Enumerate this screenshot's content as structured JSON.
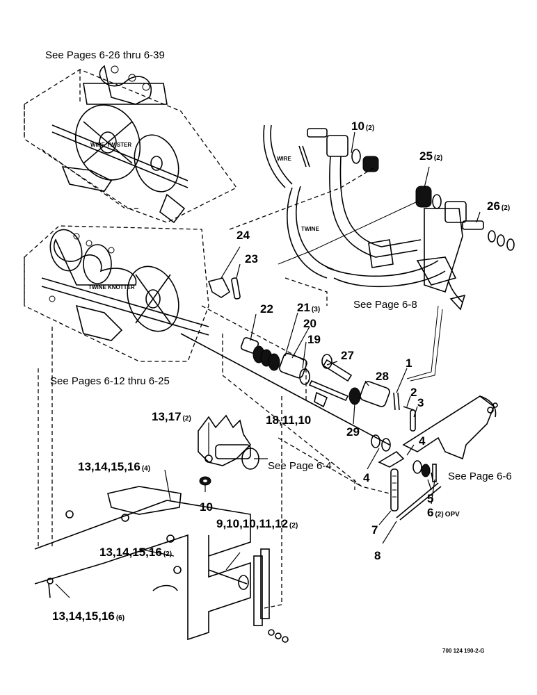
{
  "references": {
    "top": "See Pages 6-26 thru 6-39",
    "middle": "See Pages 6-12 thru 6-25",
    "page_6_8": "See Page 6-8",
    "page_6_4": "See Page 6-4",
    "page_6_6": "See Page 6-6"
  },
  "assembly_labels": {
    "wire_twister": "WIRE TWISTER",
    "twine_knotter": "TWINE KNOTTER",
    "wire": "WIRE",
    "twine": "TWINE"
  },
  "callouts": [
    {
      "num": "10",
      "qty": "(2)"
    },
    {
      "num": "25",
      "qty": "(2)"
    },
    {
      "num": "26",
      "qty": "(2)"
    },
    {
      "num": "24",
      "qty": ""
    },
    {
      "num": "23",
      "qty": ""
    },
    {
      "num": "21",
      "qty": "(3)"
    },
    {
      "num": "20",
      "qty": ""
    },
    {
      "num": "22",
      "qty": ""
    },
    {
      "num": "19",
      "qty": ""
    },
    {
      "num": "27",
      "qty": ""
    },
    {
      "num": "28",
      "qty": ""
    },
    {
      "num": "1",
      "qty": ""
    },
    {
      "num": "2",
      "qty": ""
    },
    {
      "num": "3",
      "qty": ""
    },
    {
      "num": "13,17",
      "qty": "(2)"
    },
    {
      "num": "18,11,10",
      "qty": ""
    },
    {
      "num": "29",
      "qty": ""
    },
    {
      "num": "4",
      "qty": ""
    },
    {
      "num": "4",
      "qty": ""
    },
    {
      "num": "13,14,15,16",
      "qty": "(4)"
    },
    {
      "num": "10",
      "qty": ""
    },
    {
      "num": "5",
      "qty": ""
    },
    {
      "num": "6",
      "qty": "(2)",
      "suffix": "OPV"
    },
    {
      "num": "9,10,10,11,12",
      "qty": "(2)"
    },
    {
      "num": "7",
      "qty": ""
    },
    {
      "num": "8",
      "qty": ""
    },
    {
      "num": "13,14,15,16",
      "qty": "(2)"
    },
    {
      "num": "13,14,15,16",
      "qty": "(6)"
    }
  ],
  "drawing_number": "700 124 190-2-G"
}
